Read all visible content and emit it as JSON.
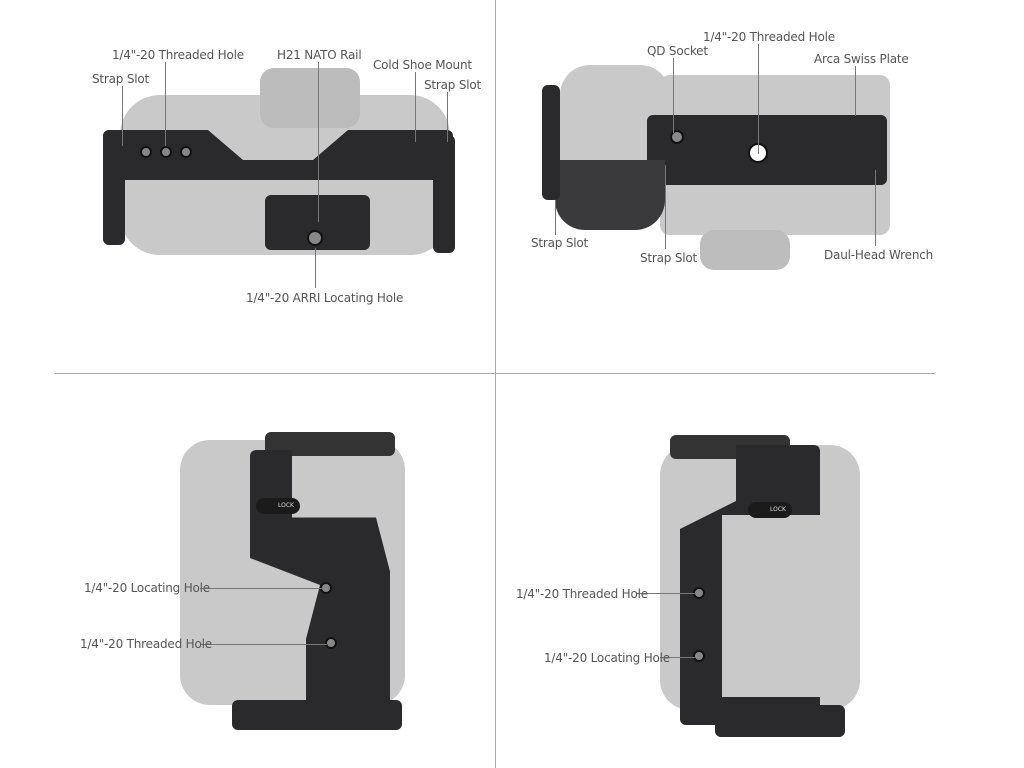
{
  "quadrants": {
    "top_left": {
      "labels": [
        "Strap Slot",
        "1/4\"-20 Threaded Hole",
        "H21 NATO Rail",
        "Cold Shoe Mount",
        "Strap Slot",
        "1/4\"-20 ARRI Locating Hole"
      ]
    },
    "top_right": {
      "labels": [
        "QD Socket",
        "1/4\"-20 Threaded Hole",
        "Arca Swiss Plate",
        "Strap Slot",
        "Strap Slot",
        "Daul-Head Wrench"
      ]
    },
    "bottom_left": {
      "labels": [
        "1/4\"-20 Locating Hole",
        "1/4\"-20 Threaded Hole"
      ],
      "lock_text": "LOCK"
    },
    "bottom_right": {
      "labels": [
        "1/4\"-20 Threaded Hole",
        "1/4\"-20 Locating Hole"
      ],
      "lock_text": "LOCK"
    }
  }
}
